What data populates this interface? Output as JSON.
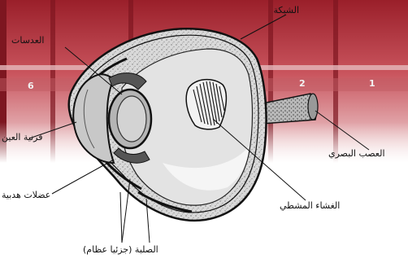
{
  "labels": {
    "retina": "الشبكة",
    "lenses": "العدسات",
    "cornea": "قرنية العين",
    "ciliary_muscles": "عضلات هدبية",
    "sclera": "الصلبة (جزئيا عظام)",
    "optic_nerve": "العصب البصري",
    "pecten": "الغشاء المشطي"
  },
  "book_numbers": [
    "6",
    "2",
    "1"
  ],
  "colors": {
    "books": "#b42a35",
    "books_light": "#e7c4c6",
    "ink": "#111111",
    "eye_fill": "#d8d8d8"
  }
}
